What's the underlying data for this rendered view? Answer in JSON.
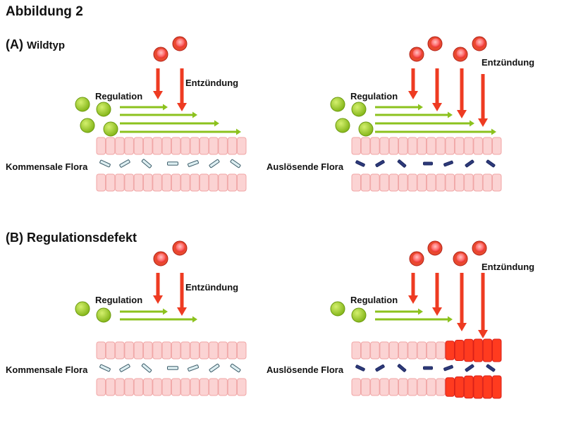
{
  "figure": {
    "title": "Abbildung 2"
  },
  "sections": [
    {
      "letter": "(A)",
      "name": "Wildtyp"
    },
    {
      "letter": "(B)",
      "name": "Regulationsdefekt"
    }
  ],
  "panels": [
    {
      "flora_label": "Kommensale Flora",
      "regulation_label": "Regulation",
      "inflammation_label": "Entzündung",
      "bacteria": "commensal",
      "inflamed_cells": 0
    },
    {
      "flora_label": "Auslösende Flora",
      "regulation_label": "Regulation",
      "inflammation_label": "Entzündung",
      "bacteria": "triggering",
      "inflamed_cells": 0
    },
    {
      "flora_label": "Kommensale Flora",
      "regulation_label": "Regulation",
      "inflammation_label": "Entzündung",
      "bacteria": "commensal",
      "inflamed_cells": 0
    },
    {
      "flora_label": "Auslösende Flora",
      "regulation_label": "Regulation",
      "inflammation_label": "Entzündung",
      "bacteria": "triggering",
      "inflamed_cells": 6
    }
  ],
  "colors": {
    "regulation": "#8cc21e",
    "inflammation": "#ee3b22",
    "epithelium_fill": "#fbd3d3",
    "epithelium_stroke": "#f0a6a6",
    "inflamed_tissue": "#ff3b1f",
    "commensal_bacteria_fill": "#ddeef1",
    "commensal_bacteria_stroke": "#3d5d6a",
    "triggering_bacteria_fill": "#2d3a7a"
  }
}
